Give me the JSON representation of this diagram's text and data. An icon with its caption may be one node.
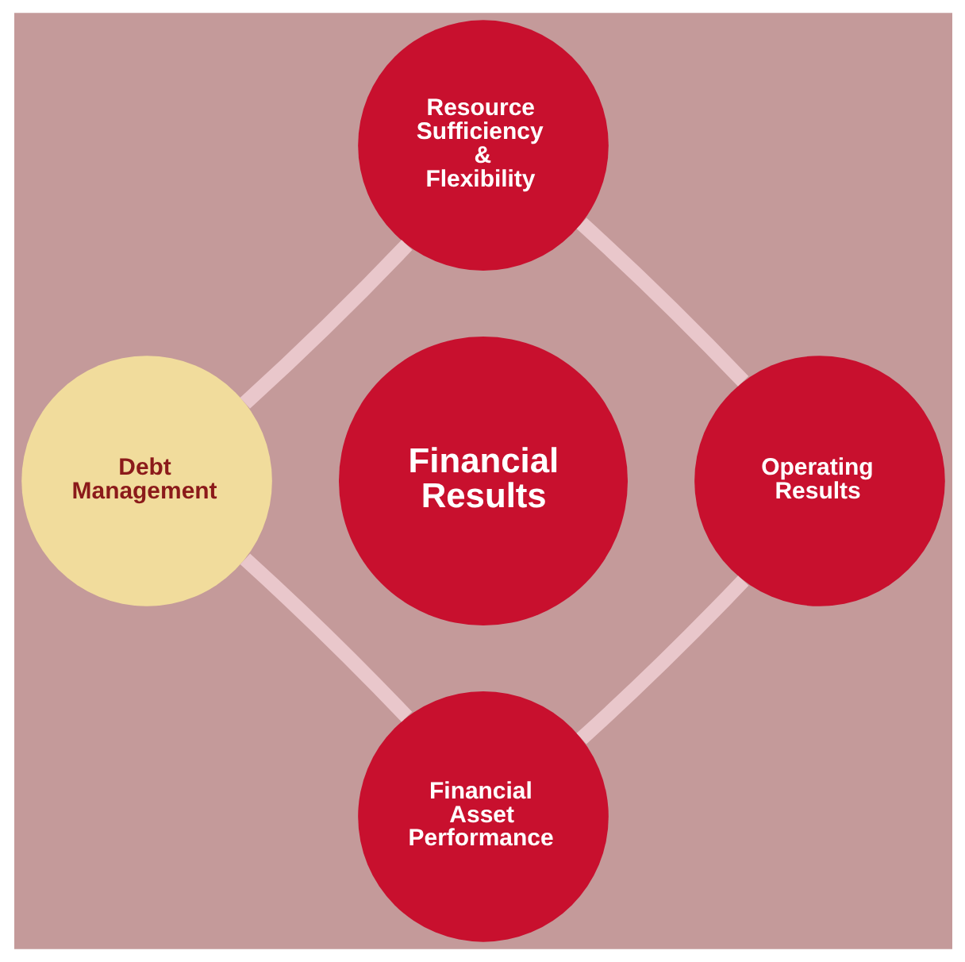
{
  "diagram": {
    "nodes": [
      {
        "text": [
          "Resource Sufficiency & Flexibility"
        ]
      },
      {
        "text": [
          "Debt Management"
        ]
      },
      {
        "text": [
          "Financial Results"
        ]
      },
      {
        "text": [
          "Operating Results"
        ]
      },
      {
        "text": [
          "Financial Asset Performance"
        ]
      }
    ],
    "edges": [
      {
        "from": 0,
        "to": 3,
        "arrow": "none"
      },
      {
        "from": 3,
        "to": 4,
        "arrow": "none"
      },
      {
        "from": 4,
        "to": 1,
        "arrow": "none"
      },
      {
        "from": 1,
        "to": 0,
        "arrow": "none"
      }
    ]
  }
}
